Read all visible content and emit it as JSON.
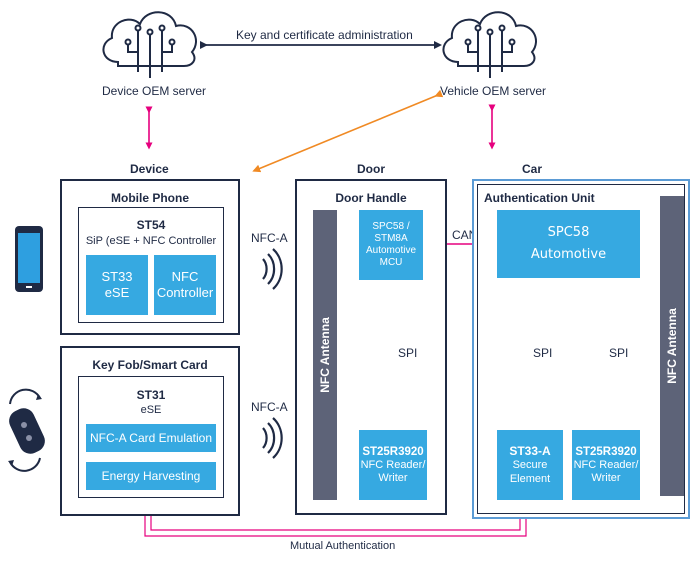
{
  "top": {
    "device_server": "Device OEM server",
    "vehicle_server": "Vehicle OEM server",
    "admin_label": "Key and certificate administration"
  },
  "sections": {
    "device": "Device",
    "door": "Door",
    "car": "Car"
  },
  "mobile_phone": {
    "title": "Mobile Phone",
    "chip": "ST54",
    "chip_sub": "SiP (eSE + NFC Controller",
    "ese_line1": "ST33",
    "ese_line2": "eSE",
    "nfc_line1": "NFC",
    "nfc_line2": "Controller"
  },
  "key_fob": {
    "title": "Key Fob/Smart Card",
    "chip": "ST31",
    "chip_sub": "eSE",
    "emulation": "NFC-A Card Emulation",
    "harvesting": "Energy Harvesting"
  },
  "door_handle": {
    "title": "Door Handle",
    "mcu_line1": "SPC58 /",
    "mcu_line2": "STM8A",
    "mcu_line3": "Automotive",
    "mcu_line4": "MCU",
    "antenna": "NFC Antenna",
    "spi": "SPI",
    "reader_line1": "ST25R3920",
    "reader_line2": "NFC Reader/",
    "reader_line3": "Writer"
  },
  "auth_unit": {
    "title": "Authentication Unit",
    "spc_line1": "SPC58",
    "spc_line2": "Automotive",
    "antenna": "NFC Antenna",
    "spi_left": "SPI",
    "spi_right": "SPI",
    "se_line1": "ST33-A",
    "se_line2": "Secure",
    "se_line3": "Element",
    "reader_line1": "ST25R3920",
    "reader_line2": "NFC Reader/",
    "reader_line3": "Writer"
  },
  "links": {
    "nfc_a_top": "NFC-A",
    "nfc_a_bottom": "NFC-A",
    "can": "CAN",
    "mutual": "Mutual Authentication"
  },
  "colors": {
    "accent_blue": "#36a9e1",
    "navy": "#1f2a44",
    "magenta": "#e6007e",
    "orange": "#f08a24",
    "antenna_gray": "#5d6378",
    "car_border": "#5b9bd5"
  },
  "icons": [
    "cloud-circuit-icon",
    "smartphone-icon",
    "key-fob-icon",
    "lock-icon",
    "nfc-waves-icon"
  ]
}
